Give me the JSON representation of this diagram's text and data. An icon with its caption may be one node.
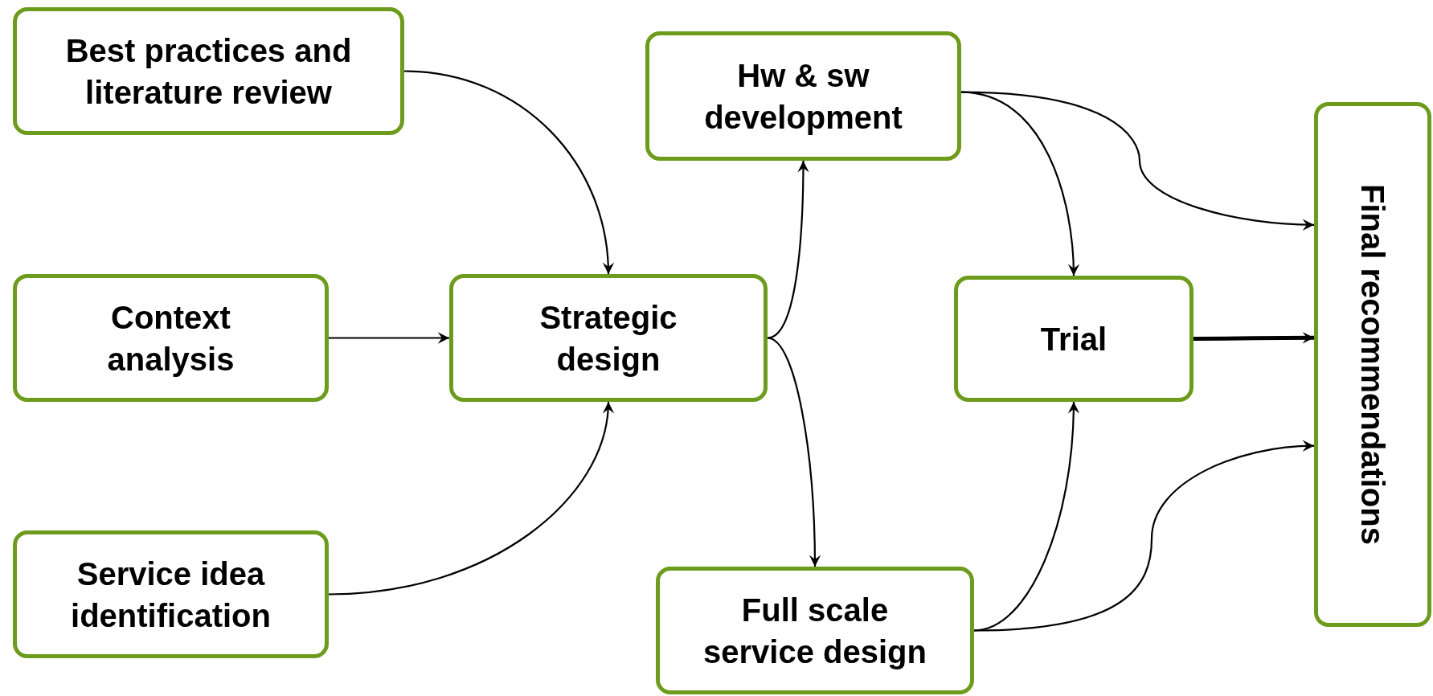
{
  "diagram": {
    "nodes": [
      {
        "text": [
          "Best practices and literature review"
        ]
      },
      {
        "text": [
          "Context analysis"
        ]
      },
      {
        "text": [
          "Service idea identification"
        ]
      },
      {
        "text": [
          "Strategic design"
        ]
      },
      {
        "text": [
          "Hw & sw development"
        ]
      },
      {
        "text": [
          "Full scale service design"
        ]
      },
      {
        "text": [
          "Trial"
        ]
      },
      {
        "text": [
          "Final recommendations"
        ]
      }
    ],
    "edges": [
      {
        "from": 0,
        "to": 3,
        "arrow": "to"
      },
      {
        "from": 1,
        "to": 3,
        "arrow": "to"
      },
      {
        "from": 2,
        "to": 3,
        "arrow": "to"
      },
      {
        "from": 3,
        "to": 4,
        "arrow": "to"
      },
      {
        "from": 3,
        "to": 5,
        "arrow": "to"
      },
      {
        "from": 4,
        "to": 6,
        "arrow": "to"
      },
      {
        "from": 4,
        "to": 7,
        "arrow": "to"
      },
      {
        "from": 6,
        "to": 7,
        "arrow": "to",
        "style": "thick"
      },
      {
        "from": 5,
        "to": 6,
        "arrow": "to"
      },
      {
        "from": 5,
        "to": 7,
        "arrow": "to"
      }
    ]
  }
}
